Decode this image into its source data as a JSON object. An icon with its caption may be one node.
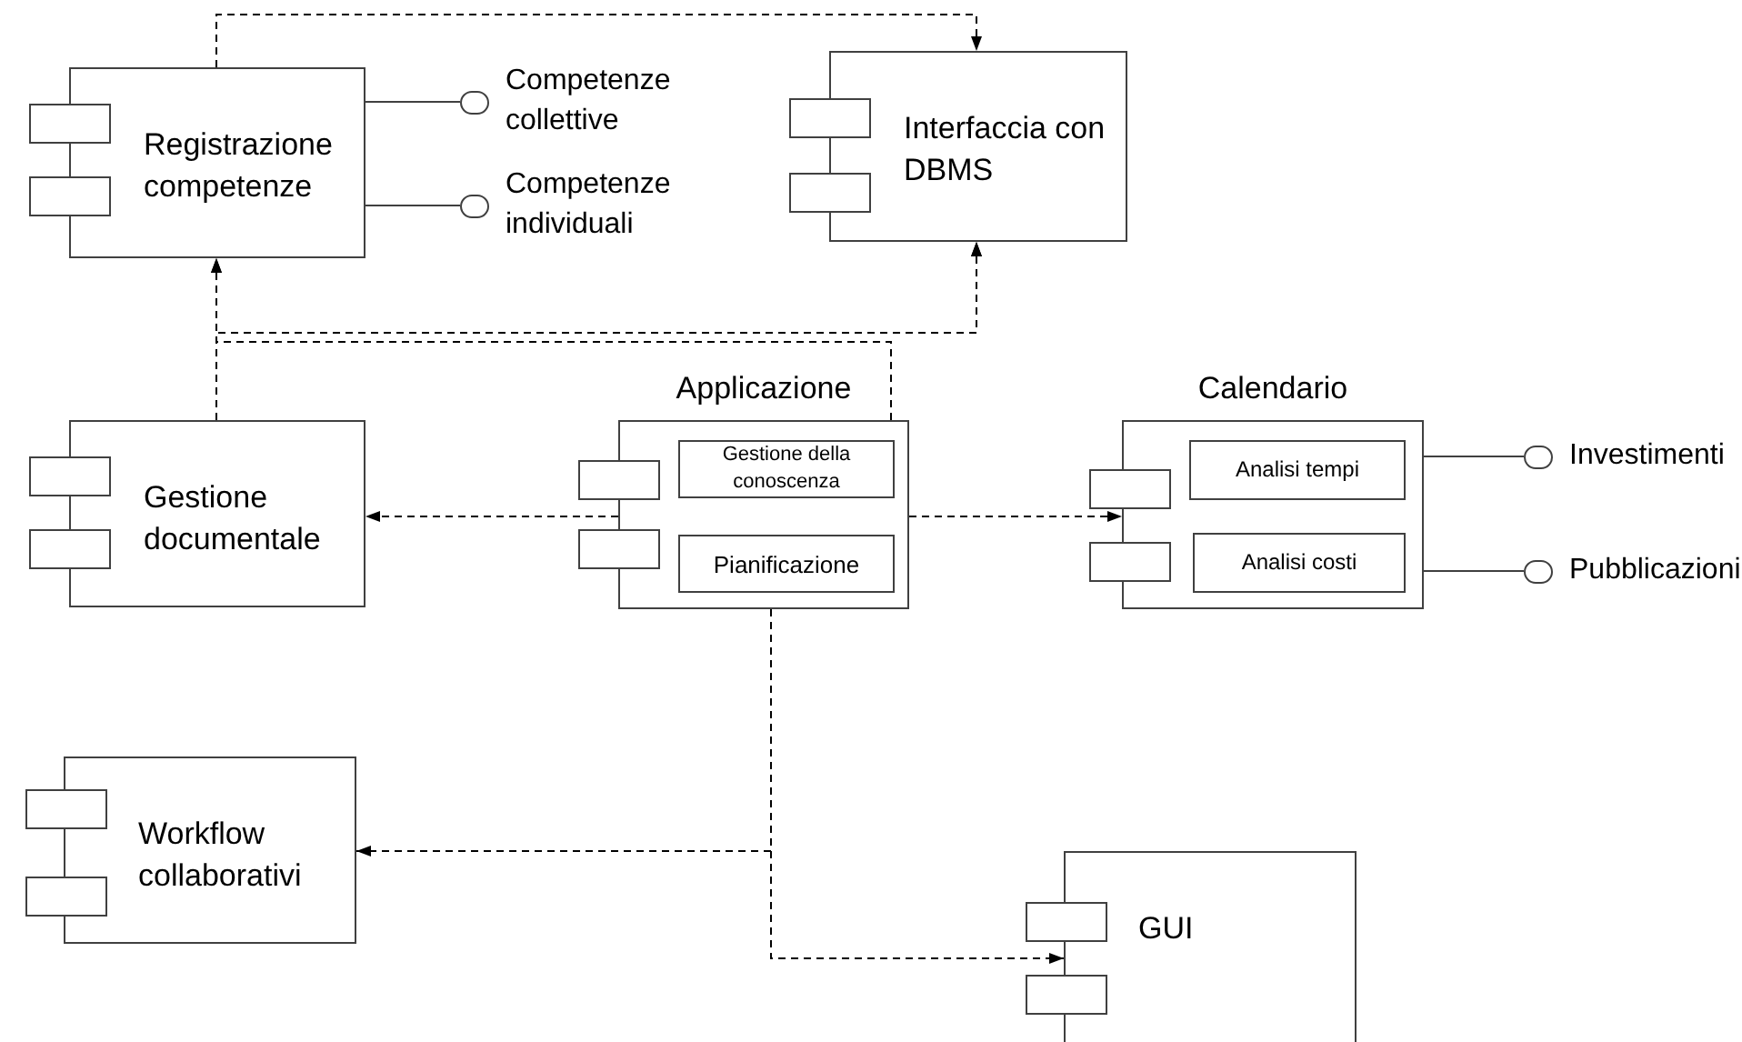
{
  "diagram": {
    "nodes": [
      {
        "text": [
          "Registrazione competenze"
        ]
      },
      {
        "text": [
          "Competenze collettive"
        ]
      },
      {
        "text": [
          "Competenze individuali"
        ]
      },
      {
        "text": [
          "Interfaccia con DBMS"
        ]
      },
      {
        "text": [
          "Gestione documentale"
        ]
      },
      {
        "text": [
          "Applicazione"
        ]
      },
      {
        "text": [
          "Gestione della conoscenza"
        ],
        "in": 5
      },
      {
        "text": [
          "Pianificazione"
        ],
        "in": 5
      },
      {
        "text": [
          "Calendario"
        ]
      },
      {
        "text": [
          "Analisi tempi"
        ],
        "in": 8
      },
      {
        "text": [
          "Analisi costi"
        ],
        "in": 8
      },
      {
        "text": [
          "Investimenti"
        ]
      },
      {
        "text": [
          "Pubblicazioni"
        ]
      },
      {
        "text": [
          "Workflow collaborativi"
        ]
      },
      {
        "text": [
          "GUI"
        ]
      }
    ],
    "edges": [
      {
        "from": 0,
        "to": 3,
        "arrow": "to",
        "style": "dashed"
      },
      {
        "from": 4,
        "to": 0,
        "arrow": "to",
        "style": "dashed"
      },
      {
        "from": 4,
        "to": 3,
        "arrow": "to",
        "style": "dashed"
      },
      {
        "from": 5,
        "to": 0,
        "arrow": "to",
        "style": "dashed"
      },
      {
        "from": 5,
        "to": 3,
        "arrow": "to",
        "style": "dashed"
      },
      {
        "from": 5,
        "to": 4,
        "arrow": "to",
        "style": "dashed"
      },
      {
        "from": 5,
        "to": 8,
        "arrow": "to",
        "style": "dashed"
      },
      {
        "from": 5,
        "to": 13,
        "arrow": "to",
        "style": "dashed"
      },
      {
        "from": 5,
        "to": 14,
        "arrow": "to",
        "style": "dashed"
      },
      {
        "from": 0,
        "to": 1,
        "arrow": "none"
      },
      {
        "from": 0,
        "to": 2,
        "arrow": "none"
      },
      {
        "from": 8,
        "to": 11,
        "arrow": "none"
      },
      {
        "from": 8,
        "to": 12,
        "arrow": "none"
      }
    ]
  }
}
